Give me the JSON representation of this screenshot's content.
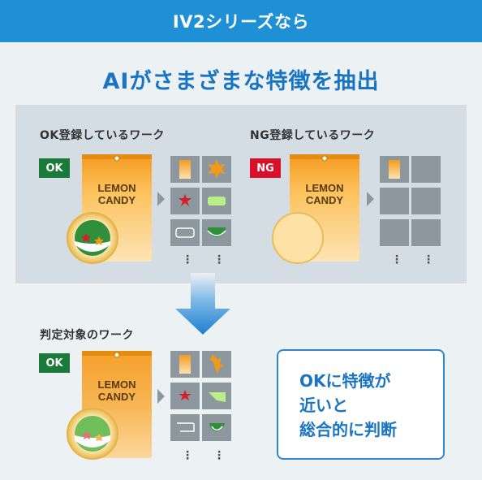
{
  "header": {
    "title": "IV2シリーズなら"
  },
  "subtitle": "AIがさまざまな特徴を抽出",
  "ok_section": {
    "label": "OK登録しているワーク",
    "tag": "OK"
  },
  "ng_section": {
    "label": "NG登録しているワーク",
    "tag": "NG"
  },
  "target_section": {
    "label": "判定対象のワーク",
    "tag": "OK"
  },
  "pack": {
    "line1": "LEMON",
    "line2": "CANDY"
  },
  "ellipsis": "⋮",
  "result": {
    "line1": "OKに特徴が",
    "line2": "近いと",
    "line3": "総合的に判断"
  },
  "colors": {
    "accent": "#1f8fd6",
    "ok": "#1a7a3a",
    "ng": "#d8102a",
    "pack": "#f5a623"
  },
  "icons": [
    "lemon-candy-pack",
    "magnifier-lens",
    "feature-tile",
    "down-arrow-icon",
    "right-arrow-icon"
  ]
}
